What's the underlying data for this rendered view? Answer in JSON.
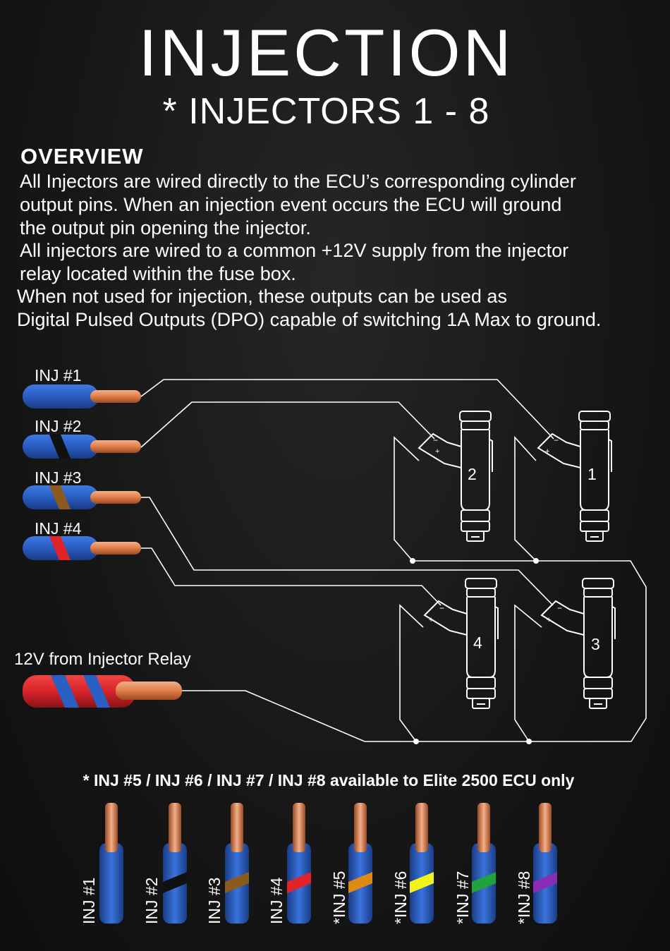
{
  "title": "INJECTION",
  "subtitle": "* INJECTORS 1 - 8",
  "overview": {
    "heading": "OVERVIEW",
    "lines": [
      "All Injectors are wired directly to the ECU’s corresponding cylinder",
      "output pins. When an injection event occurs the ECU will ground",
      "the output pin opening the injector.",
      "All injectors are wired to a common +12V supply from the injector",
      "relay located within the fuse box.",
      "When not used for injection, these outputs can be used as",
      "Digital Pulsed Outputs (DPO) capable of switching 1A Max to ground."
    ]
  },
  "wiring": {
    "wire_labels": [
      "INJ #1",
      "INJ #2",
      "INJ #3",
      "INJ #4"
    ],
    "supply_label": "12V from Injector Relay",
    "injectors": [
      {
        "number": "2",
        "plus": "+",
        "minus": "−"
      },
      {
        "number": "1",
        "plus": "+",
        "minus": "−"
      },
      {
        "number": "4",
        "plus": "+",
        "minus": "−"
      },
      {
        "number": "3",
        "plus": "+",
        "minus": "−"
      }
    ]
  },
  "availability_note": "* INJ #5 / INJ #6 / INJ #7 / INJ #8 available to Elite 2500 ECU only",
  "color_legend": [
    {
      "label": "INJ #1",
      "stripe": ""
    },
    {
      "label": "INJ #2",
      "stripe": "#111111"
    },
    {
      "label": "INJ #3",
      "stripe": "#8a5a1e"
    },
    {
      "label": "INJ #4",
      "stripe": "#e0242a"
    },
    {
      "label": "*INJ #5",
      "stripe": "#e08a16"
    },
    {
      "label": "*INJ #6",
      "stripe": "#f2f21c"
    },
    {
      "label": "*INJ #7",
      "stripe": "#1fa33a"
    },
    {
      "label": "*INJ #8",
      "stripe": "#8a2bb5"
    }
  ],
  "colors": {
    "wire_blue": "#2a5fc4",
    "supply_red": "#d6252a",
    "copper": "#e08a5a"
  }
}
